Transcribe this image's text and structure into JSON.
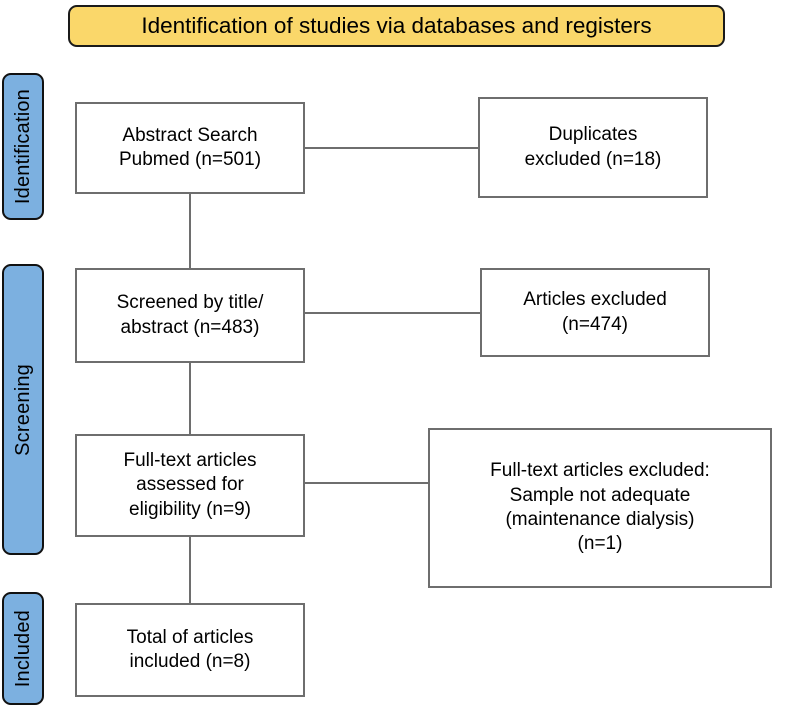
{
  "diagram": {
    "type": "prisma-flow-diagram",
    "title": "Identification of studies via databases and registers",
    "colors": {
      "banner_fill": "#FAD76A",
      "banner_border": "#1A1A1A",
      "stage_fill": "#7CB0E0",
      "stage_border": "#111111",
      "box_fill": "#FFFFFF",
      "box_border": "#6E6E6E",
      "connector": "#6E6E6E",
      "text": "#000000"
    }
  },
  "stages": [
    {
      "id": "identification",
      "label": "Identification"
    },
    {
      "id": "screening",
      "label": "Screening"
    },
    {
      "id": "included",
      "label": "Included"
    }
  ],
  "boxes": {
    "abstract_search": {
      "line1": "Abstract Search",
      "line2": "Pubmed (n=501)",
      "count": 501
    },
    "duplicates_excluded": {
      "line1": "Duplicates",
      "line2": "excluded (n=18)",
      "count": 18
    },
    "screened": {
      "line1": "Screened by title/",
      "line2": "abstract (n=483)",
      "count": 483
    },
    "articles_excluded": {
      "line1": "Articles excluded",
      "line2": "(n=474)",
      "count": 474
    },
    "fulltext_assessed": {
      "line1": "Full-text articles",
      "line2": "assessed for",
      "line3": "eligibility (n=9)",
      "count": 9
    },
    "fulltext_excluded": {
      "line1": "Full-text articles excluded:",
      "line2": "Sample not adequate",
      "line3": "(maintenance dialysis)",
      "line4": "(n=1)",
      "count": 1
    },
    "total_included": {
      "line1": "Total of articles",
      "line2": "included (n=8)",
      "count": 8
    }
  }
}
